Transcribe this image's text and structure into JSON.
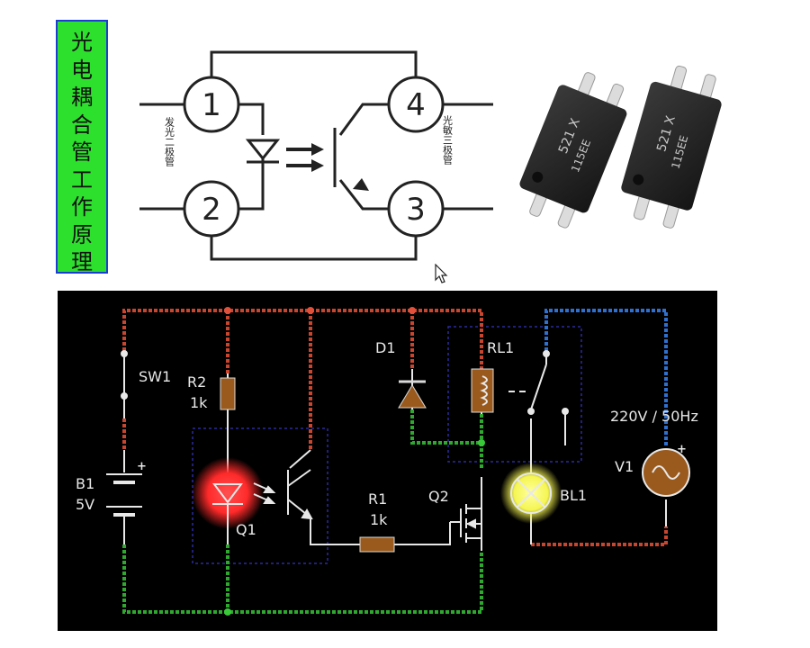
{
  "title_vertical": "光电耦合管工作原理",
  "pinout": {
    "pins": [
      "1",
      "2",
      "3",
      "4"
    ],
    "left_caption": "发光二极管",
    "right_caption": "光敏三极管"
  },
  "chip_marking": "521 X",
  "chip_code": "115EE",
  "circuit": {
    "sw1": "SW1",
    "r2_name": "R2",
    "r2_value": "1k",
    "b1_name": "B1",
    "b1_value": "5V",
    "q1": "Q1",
    "r1_name": "R1",
    "r1_value": "1k",
    "d1": "D1",
    "rl1": "RL1",
    "q2": "Q2",
    "bl1": "BL1",
    "v1": "V1",
    "ac_source": "220V / 50Hz",
    "plus": "+"
  },
  "colors": {
    "title_bg": "#2ee02e",
    "title_border": "#1a3fd0",
    "panel_bg": "#000000",
    "wire_red": "#c8462f",
    "wire_green": "#2fa82f",
    "wire_blue": "#2f6fd0",
    "component": "#9a5a1e",
    "led_glow": "#ff3030",
    "lamp_glow": "#ffff66",
    "dashed_box": "#2a2aa0"
  }
}
